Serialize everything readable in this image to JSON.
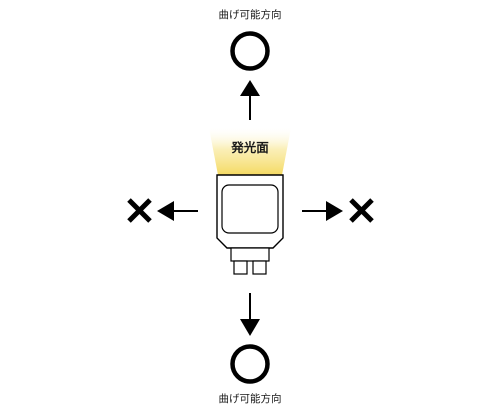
{
  "labels": {
    "top_direction": "曲げ可能方向",
    "bottom_direction": "曲げ可能方向",
    "emitting_surface": "発光面"
  },
  "symbols": {
    "allowed": "circle-o",
    "not_allowed": "cross-x"
  },
  "colors": {
    "line": "#000000",
    "light_glow": "#f7e27a"
  }
}
